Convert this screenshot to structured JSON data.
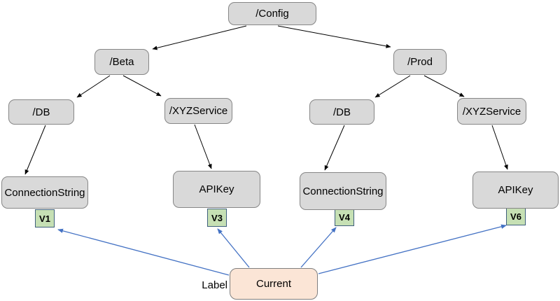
{
  "colors": {
    "background": "#ffffff",
    "node_fill": "#d9d9d9",
    "node_border": "#868686",
    "version_fill": "#c6e0b4",
    "version_border": "#3e5f7d",
    "current_fill": "#fbe5d6",
    "current_border": "#7f7f7f",
    "tree_edge": "#000000",
    "label_edge": "#4472c4",
    "text": "#000000"
  },
  "nodes": {
    "config": {
      "label": "/Config"
    },
    "beta": {
      "label": "/Beta"
    },
    "prod": {
      "label": "/Prod"
    },
    "db_beta": {
      "label": "/DB"
    },
    "xyz_beta": {
      "label": "/XYZService"
    },
    "db_prod": {
      "label": "/DB"
    },
    "xyz_prod": {
      "label": "/XYZService"
    },
    "conn_beta": {
      "label": "ConnectionString"
    },
    "apikey_beta": {
      "label": "APIKey"
    },
    "conn_prod": {
      "label": "ConnectionString"
    },
    "apikey_prod": {
      "label": "APIKey"
    }
  },
  "versions": {
    "v1": "V1",
    "v3": "V3",
    "v4": "V4",
    "v6": "V6"
  },
  "current": {
    "label": "Current"
  },
  "label_caption": "Label",
  "edges": {
    "tree": [
      [
        "config",
        "beta"
      ],
      [
        "config",
        "prod"
      ],
      [
        "beta",
        "db_beta"
      ],
      [
        "beta",
        "xyz_beta"
      ],
      [
        "db_beta",
        "conn_beta"
      ],
      [
        "xyz_beta",
        "apikey_beta"
      ],
      [
        "prod",
        "db_prod"
      ],
      [
        "prod",
        "xyz_prod"
      ],
      [
        "db_prod",
        "conn_prod"
      ],
      [
        "xyz_prod",
        "apikey_prod"
      ]
    ],
    "label_pointers": [
      [
        "current",
        "v1"
      ],
      [
        "current",
        "v3"
      ],
      [
        "current",
        "v4"
      ],
      [
        "current",
        "v6"
      ]
    ]
  }
}
